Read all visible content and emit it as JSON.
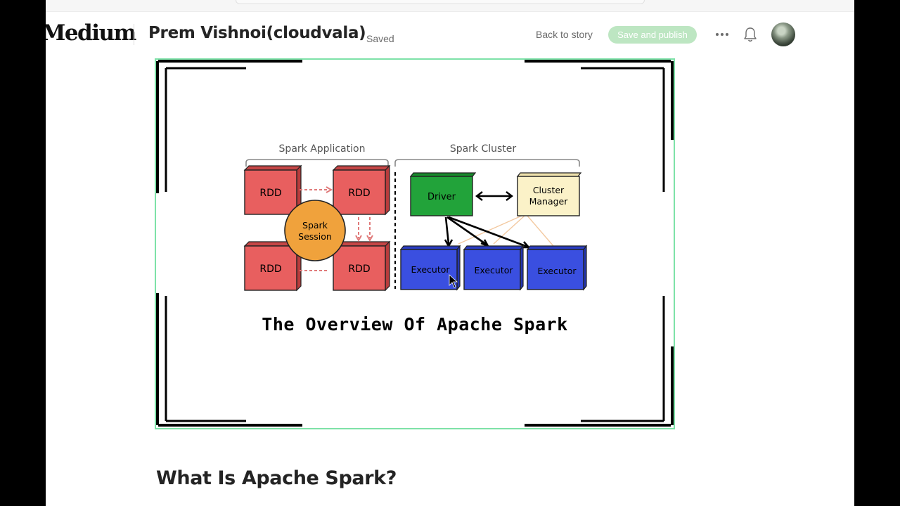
{
  "header": {
    "logo": "Medium",
    "author": "Prem Vishnoi(cloudvala)",
    "status": "Saved",
    "back_link": "Back to story",
    "publish_button": "Save and publish"
  },
  "figure": {
    "title": "The Overview Of Apache Spark",
    "groups": {
      "application": "Spark Application",
      "cluster": "Spark Cluster"
    },
    "rdd_label": "RDD",
    "session_line1": "Spark",
    "session_line2": "Session",
    "driver_label": "Driver",
    "cluster_manager_line1": "Cluster",
    "cluster_manager_line2": "Manager",
    "executor_label": "Executor"
  },
  "article": {
    "heading": "What Is Apache Spark?"
  },
  "colors": {
    "rdd": "#e85f5f",
    "session": "#f0a23c",
    "driver": "#22a33a",
    "cluster_manager": "#fbf2c8",
    "executor": "#3a4fe0",
    "selection_border": "#7ee2a8",
    "publish_button": "#bde6c2"
  },
  "icons": [
    "more-horizontal-icon",
    "bell-icon",
    "mouse-cursor-icon"
  ]
}
